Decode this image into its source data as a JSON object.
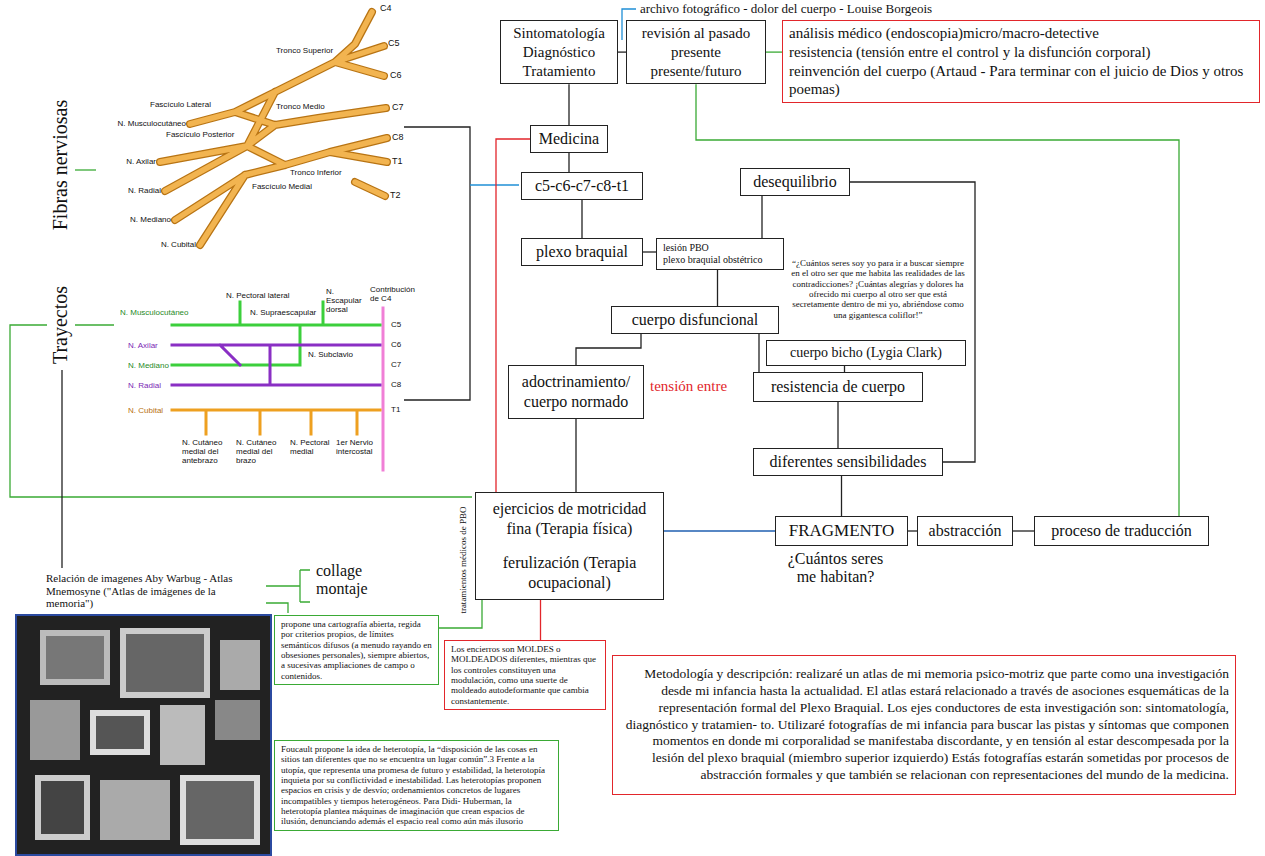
{
  "diagram": {
    "nodes": [
      {
        "text": [
          "Sintomatología Diagnóstico Tratamiento"
        ]
      },
      {
        "text": [
          "revisión al pasado presente presente/futuro"
        ]
      },
      {
        "text": [
          "análisis médico (endoscopia)micro/macro-detective",
          "resistencia (tensión entre el control y la disfunción corporal)",
          "reinvención del cuerpo (Artaud - Para terminar con el juicio de Dios y otros poemas)"
        ]
      },
      {
        "text": [
          "Medicina"
        ]
      },
      {
        "text": [
          "c5-c6-c7-c8-t1"
        ]
      },
      {
        "text": [
          "desequilibrio"
        ]
      },
      {
        "text": [
          "plexo braquial"
        ]
      },
      {
        "text": [
          "lesión PBO",
          "plexo braquial obstétrico"
        ]
      },
      {
        "text": [
          "cuerpo disfuncional"
        ]
      },
      {
        "text": [
          "cuerpo bicho (Lygia Clark)"
        ]
      },
      {
        "text": [
          "adoctrinamiento/ cuerpo normado"
        ]
      },
      {
        "text": [
          "resistencia de cuerpo"
        ]
      },
      {
        "text": [
          "diferentes sensibilidades"
        ]
      },
      {
        "text": [
          "ejercicios de motricidad fina (Terapia física)",
          "ferulización (Terapia ocupacional)"
        ]
      },
      {
        "text": [
          "FRAGMENTO"
        ]
      },
      {
        "text": [
          "abstracción"
        ]
      },
      {
        "text": [
          "proceso de traducción"
        ]
      },
      {
        "text": [
          "propone una cartografía abierta, regida por criterios propios, de límites semánticos difusos (a menudo rayando en obsesiones personales), siempre abiertos, a sucesivas ampliaciones de campo o contenidos."
        ]
      },
      {
        "text": [
          "Los encierros son MOLDES o MOLDEADOS diferentes, mientras que los controles constituyen una modulación, como una suerte de moldeado autodeformante que cambia constantemente."
        ]
      },
      {
        "text": [
          "Foucault propone la idea de heterotopía, la “disposición de las cosas en sitios tan diferentes que no se encuentra un lugar común”.3 Frente a la utopía, que representa una promesa de futuro y estabilidad, la heterotopía inquieta por su conflictividad e inestabilidad. Las heterotopías proponen espacios en crisis y de desvío; ordenamientos concretos de lugares incompatibles y tiempos heterogéneos. Para Didi- Huberman, la heterotopía plantea máquinas de imaginación que crean espacios de ilusión, denunciando además el espacio real como aún más ilusorio"
        ]
      },
      {
        "text": [
          "Metodología y descripción: realizaré un atlas de mi memoria psico-motriz que parte como una investigación desde mi infancia hasta la actualidad. El atlas estará relacionado a través de asociones esquemáticas de la representación formal del Plexo Braquial. Los ejes conductores de esta investigación son: sintomatología, diagnóstico y tratamien- to. Utilizaré fotografías de mi infancia para buscar las pistas y síntomas que componen momentos en donde mi corporalidad se manifestaba discordante, y en tensión al estar descompesada por la lesión del plexo braquial (miembro superior izquierdo) Estás fotografías estarán sometidas por procesos de abstracción formales y que también se relacionan con representaciones del mundo de la medicina."
        ]
      }
    ],
    "edges": [
      {
        "from": 0,
        "to": 1,
        "arrow": "none"
      },
      {
        "from": 1,
        "to": 2,
        "arrow": "none"
      },
      {
        "from": 0,
        "to": 3,
        "arrow": "none"
      },
      {
        "from": 3,
        "to": 4,
        "arrow": "none"
      },
      {
        "from": 4,
        "to": 6,
        "arrow": "none"
      },
      {
        "from": 6,
        "to": 7,
        "arrow": "none"
      },
      {
        "from": 7,
        "to": 5,
        "arrow": "none"
      },
      {
        "from": 7,
        "to": 8,
        "arrow": "none"
      },
      {
        "from": 8,
        "to": 10,
        "arrow": "none"
      },
      {
        "from": 8,
        "to": 11,
        "arrow": "none"
      },
      {
        "from": 9,
        "to": 11,
        "arrow": "none"
      },
      {
        "from": 11,
        "to": 12,
        "arrow": "none"
      },
      {
        "from": 5,
        "to": 12,
        "arrow": "none"
      },
      {
        "from": 10,
        "to": 13,
        "arrow": "none"
      },
      {
        "from": 3,
        "to": 13,
        "arrow": "none"
      },
      {
        "from": 12,
        "to": 14,
        "arrow": "none"
      },
      {
        "from": 14,
        "to": 15,
        "arrow": "none"
      },
      {
        "from": 15,
        "to": 16,
        "arrow": "none"
      },
      {
        "from": 16,
        "to": 1,
        "arrow": "none"
      },
      {
        "from": 14,
        "to": 13,
        "arrow": "none"
      },
      {
        "from": 13,
        "to": 18,
        "arrow": "none"
      },
      {
        "from": 17,
        "to": 13,
        "arrow": "none"
      }
    ],
    "labels": [
      "archivo fotográfico - dolor del cuerpo - Louise Borgeois",
      "Fibras nerviosas",
      "Trayectos",
      "C4",
      "C5",
      "C6",
      "C7",
      "C8",
      "T1",
      "T2",
      "Tronco Superior",
      "Tronco Medio",
      "Tronco Inferior",
      "Fascículo Lateral",
      "Fascículo Posterior",
      "Fascículo Medial",
      "N. Musculocutáneo",
      "N. Axilar",
      "N. Radial",
      "N. Mediano",
      "N. Cubital",
      "N. Musculocutáneo",
      "N. Pectoral lateral",
      "N. Supraescapular",
      "N. Escapular dorsal",
      "Contribución de C4",
      "C5",
      "C6",
      "C7",
      "C8",
      "T1",
      "N. Axilar",
      "N. Subclavio",
      "N. Mediano",
      "N. Radial",
      "N. Cubital",
      "N. Cutáneo medial del antebrazo",
      "N. Cutáneo medial del brazo",
      "N. Pectoral medial",
      "1er Nervio intercostal",
      "“¿Cuántos seres soy yo para ir a buscar siempre en el otro ser que me habita las realidades de las contradicciones? ¡Cuántas alegrías y dolores ha ofrecido mi cuerpo al otro ser que está secretamente dentro de mi yo, abriéndose como una gigantesca coliflor!”",
      "tensión entre",
      "tratamientos médicos de PBO",
      "¿Cuántos seres me habitan?",
      "Relación de imagenes Aby Warbug - Atlas Mnemosyne (\"Atlas de imágenes de la memoria\")",
      "collage montaje"
    ]
  }
}
